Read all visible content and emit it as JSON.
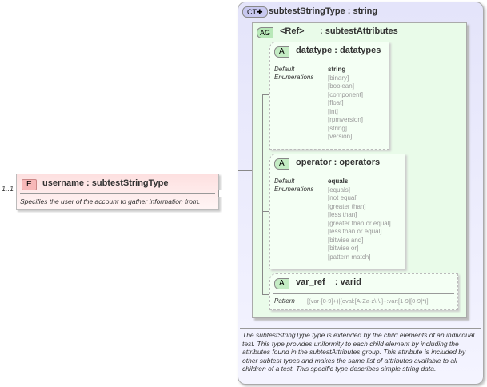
{
  "element": {
    "occurrence": "1..1",
    "badge": "E",
    "name": "username : subtestStringType",
    "description": "Specifies the user of the account to gather information from."
  },
  "complex_type": {
    "badge": "CT✚",
    "name": "subtestStringType : string",
    "description": "The subtestStringType type is extended by the child elements of an individual test.  This type provides uniformity to each child element by including the attributes found in the subtestAttributes group.  This attribute is included by other subtest types and makes the same list of attributes available to all children of a test.  This specific type describes simple string data."
  },
  "attribute_group": {
    "badge": "AG",
    "ref": "<Ref>",
    "name": ": subtestAttributes"
  },
  "attributes": [
    {
      "badge": "A",
      "name": "datatype : datatypes",
      "default_label": "Default",
      "enum_label": "Enumerations",
      "default": "string",
      "enumerations": [
        "[binary]",
        "[boolean]",
        "[component]",
        "[float]",
        "[int]",
        "[rpmversion]",
        "[string]",
        "[version]"
      ]
    },
    {
      "badge": "A",
      "name": "operator : operators",
      "default_label": "Default",
      "enum_label": "Enumerations",
      "default": "equals",
      "enumerations": [
        "[equals]",
        "[not equal]",
        "[greater than]",
        "[less than]",
        "[greater than or equal]",
        "[less than or equal]",
        "[bitwise and]",
        "[bitwise or]",
        "[pattern match]"
      ]
    },
    {
      "badge": "A",
      "name": "var_ref    : varid",
      "pattern_label": "Pattern",
      "pattern": "[(var-[0-9]+)|(oval:[A-Za-z\\-\\.]+:var:[1-9][0-9]*)]"
    }
  ],
  "colors": {
    "element_bg": "#fde0e0",
    "complex_type_bg": "#e4e4fa",
    "group_bg": "#e9fbe9"
  }
}
